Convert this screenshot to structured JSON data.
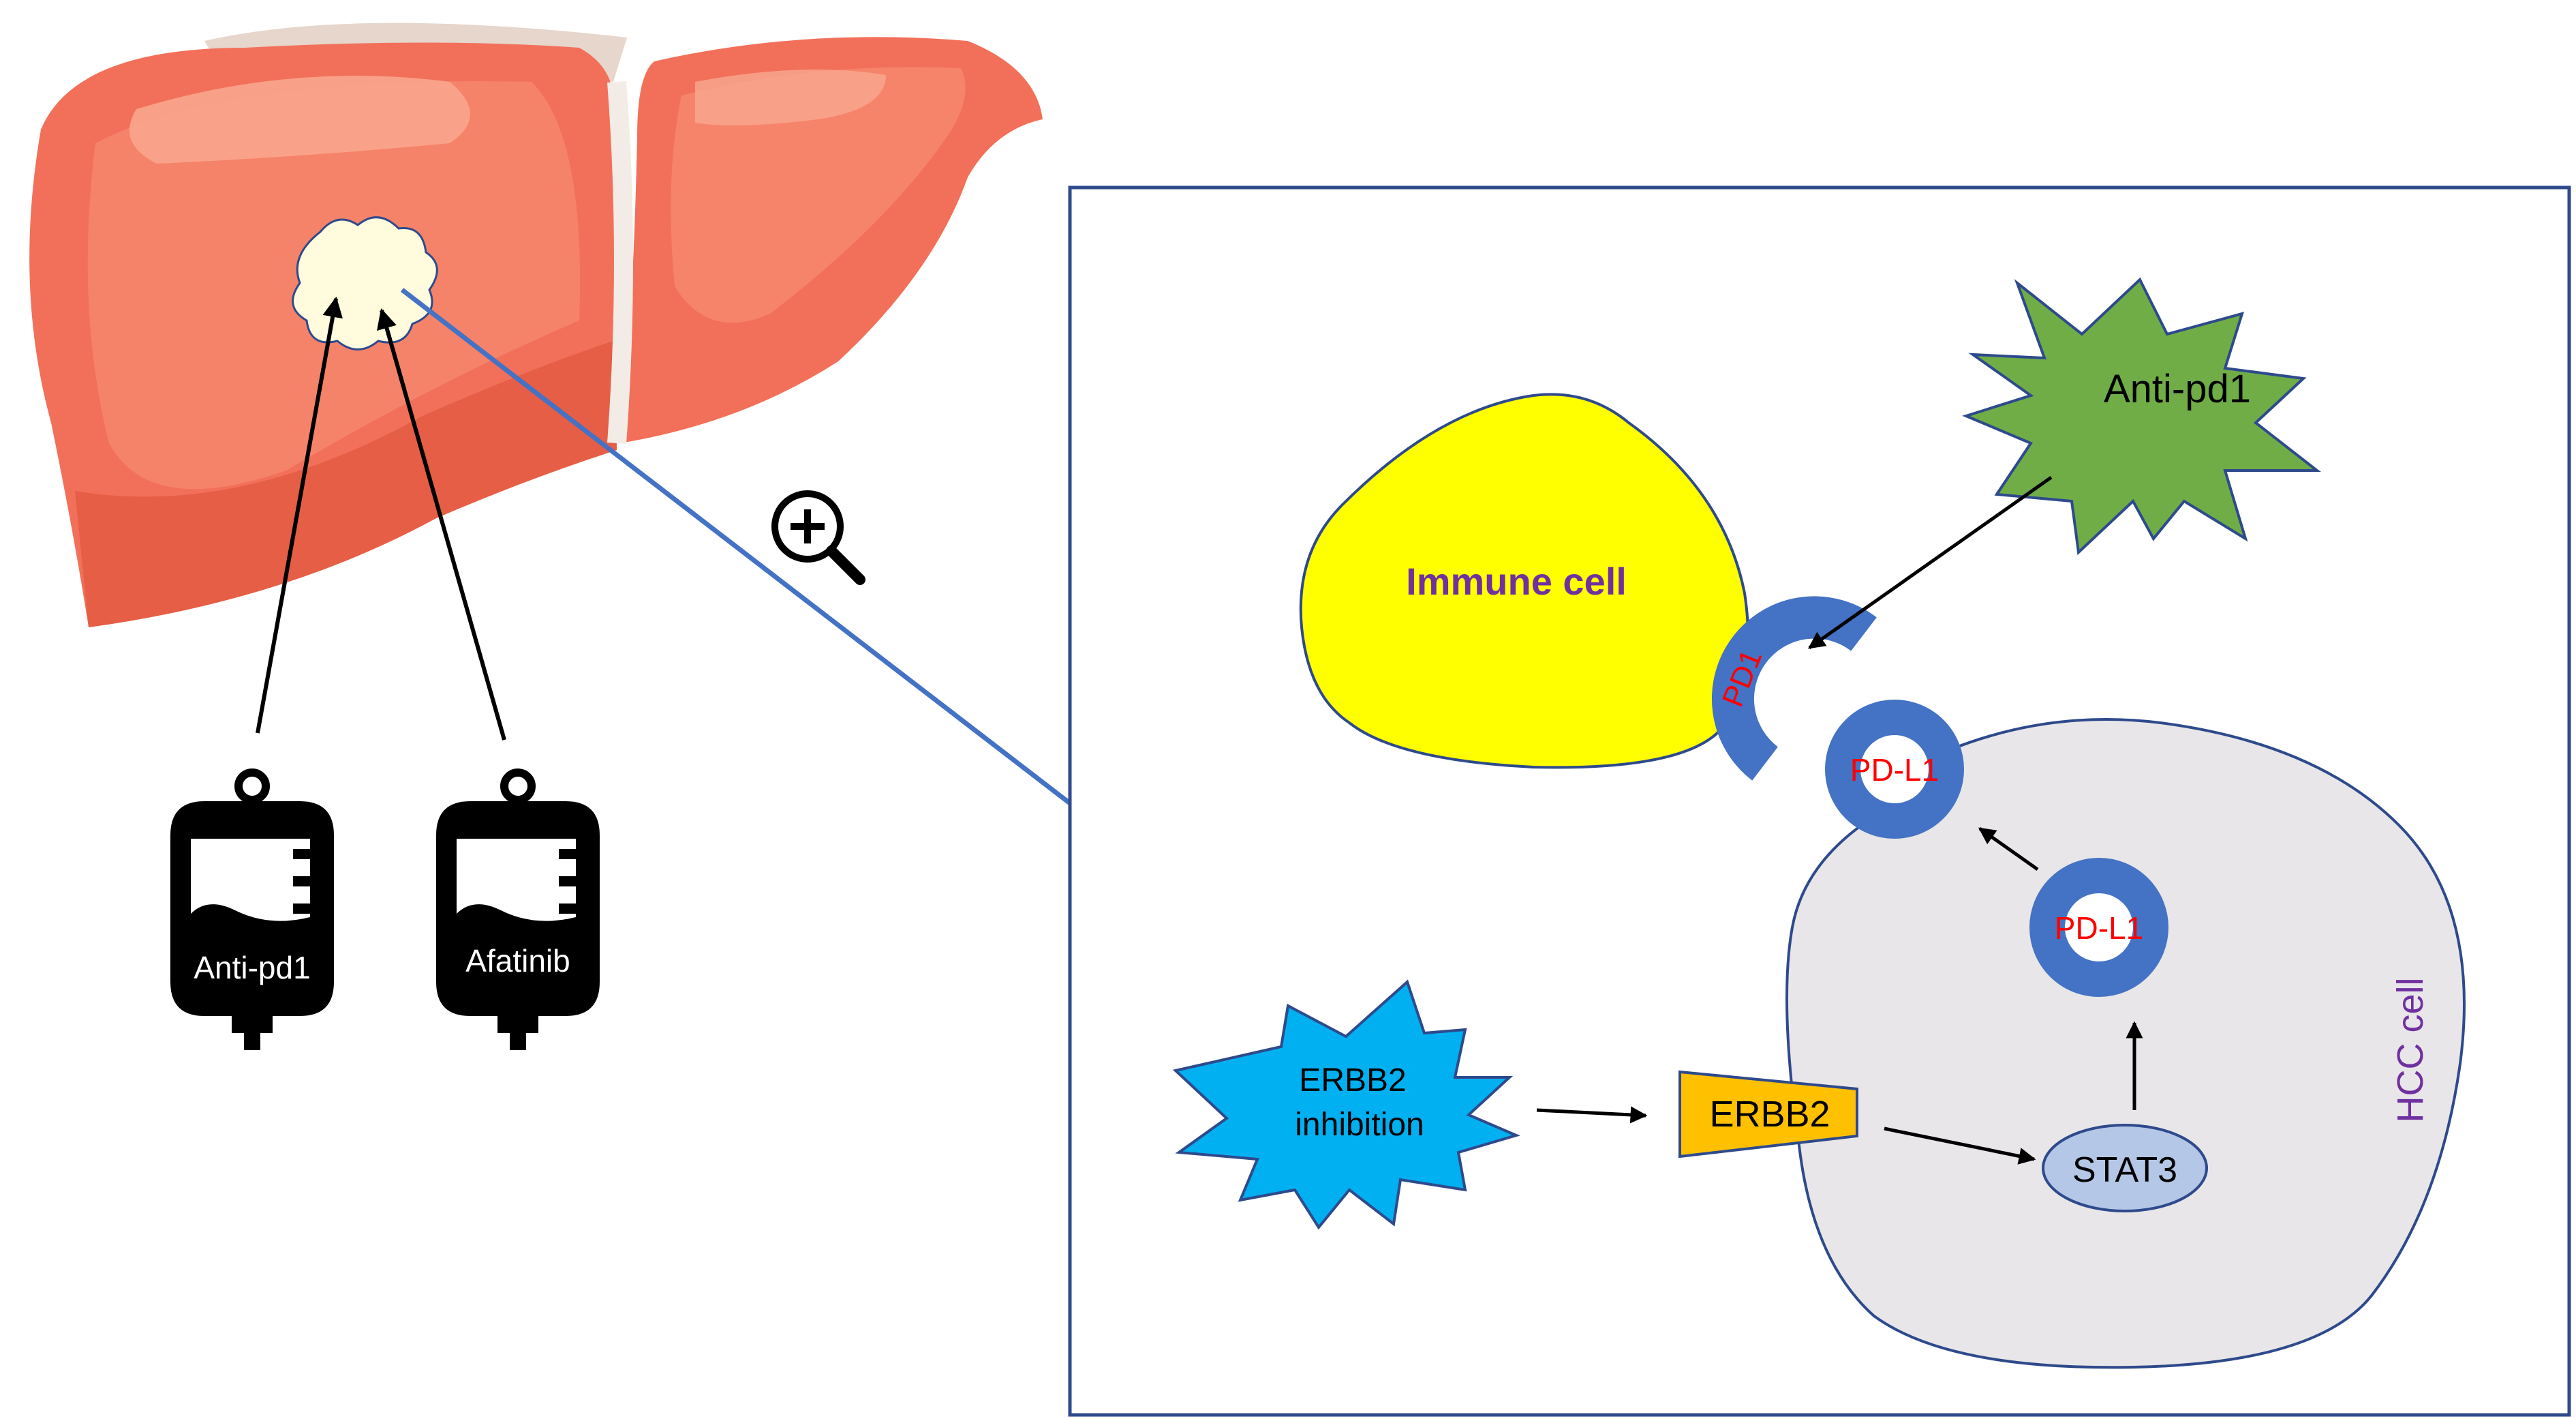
{
  "labels": {
    "bag_left": "Anti-pd1",
    "bag_right": "Afatinib",
    "immune_cell": "Immune cell",
    "anti_pd1_star": "Anti-pd1",
    "pd1": "PD1",
    "pdl1_membrane": "PD-L1",
    "pdl1_internal": "PD-L1",
    "hcc_cell": "HCC cell",
    "erbb2_inhibition_line1": "ERBB2",
    "erbb2_inhibition_line2": "inhibition",
    "erbb2": "ERBB2",
    "stat3": "STAT3"
  },
  "icons": {
    "magnifier": "zoom-in-magnifier-icon",
    "iv_bag": "iv-bag-icon"
  },
  "colors": {
    "liver": "#f2705a",
    "liver_dark": "#e0543c",
    "liver_highlight": "#f9a58d",
    "tumor": "#fffbdc",
    "frame": "#2e4a8c",
    "zoom_line": "#4472c4",
    "immune_cell": "#ffff00",
    "hcc_cell": "#e8e6e8",
    "receptor_blue": "#4472c4",
    "anti_pd1_star": "#70ad47",
    "erbb2_inhibition_star": "#00b0f0",
    "erbb2_box": "#ffc000",
    "stat3_ellipse": "#b4c7e7",
    "red_text": "#ff0000",
    "purple_text": "#7030a0"
  }
}
